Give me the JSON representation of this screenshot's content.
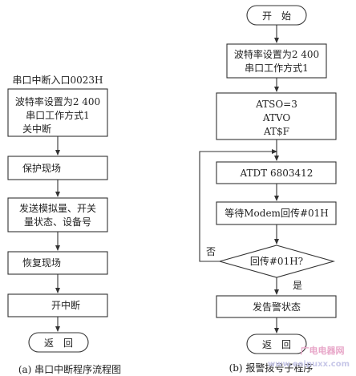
{
  "left": {
    "entry_label": "串口中断入口0023H",
    "init_box": [
      "波特率设置为2 400",
      "串口工作方式1",
      "关中断"
    ],
    "protect_box": "保护现场",
    "send_box": [
      "发送模拟量、开关",
      "量状态、设备号"
    ],
    "restore_box": "恢复现场",
    "enable_box": "开中断",
    "return_box": "返　回",
    "caption": "(a) 串口中断程序流程图"
  },
  "right": {
    "start_box": "开　始",
    "init_box": [
      "波特率设置为2 400",
      "串口工作方式1"
    ],
    "at_box": [
      "ATSO=3",
      "ATVO",
      "AT$F"
    ],
    "dial_box": "ATDT 6803412",
    "wait_box": "等待Modem回传#01H",
    "decision": "回传#01H?",
    "no_label": "否",
    "yes_label": "是",
    "alarm_box": "发告警状态",
    "return_box": "返　回",
    "caption": "(b) 报警拨号子程序"
  },
  "watermark": {
    "line1": "广电电器网",
    "line2": "www.eeipuxx.com"
  }
}
